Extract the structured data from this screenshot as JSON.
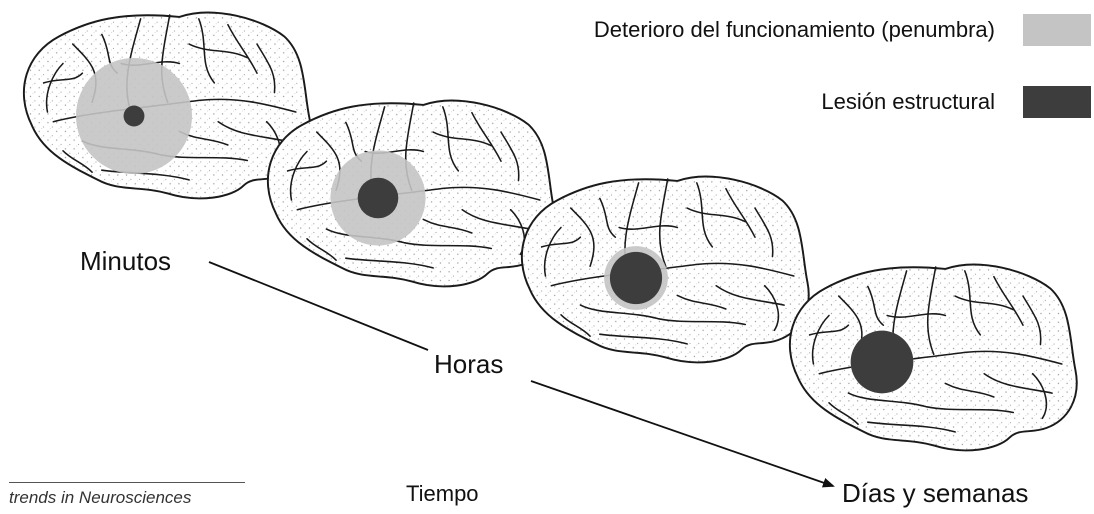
{
  "legend": {
    "penumbra_label": "Deterioro del funcionamiento (penumbra)",
    "penumbra_color": "#c4c4c4",
    "lesion_label": "Lesión estructural",
    "lesion_color": "#3d3d3d"
  },
  "stages": [
    {
      "label": "Minutos",
      "penumbra_relative_size": 1.0,
      "lesion_relative_size": 0.18
    },
    {
      "label": "Horas",
      "penumbra_relative_size": 0.82,
      "lesion_relative_size": 0.35
    },
    {
      "label": "",
      "penumbra_relative_size": 0.55,
      "lesion_relative_size": 0.45
    },
    {
      "label": "Días y semanas",
      "penumbra_relative_size": 0.54,
      "lesion_relative_size": 0.54
    }
  ],
  "axis_title": "Tiempo",
  "source": "trends in Neurosciences",
  "colors": {
    "brain_outline": "#1a1a1a",
    "brain_fill": "#ffffff",
    "arrow": "#111111"
  }
}
